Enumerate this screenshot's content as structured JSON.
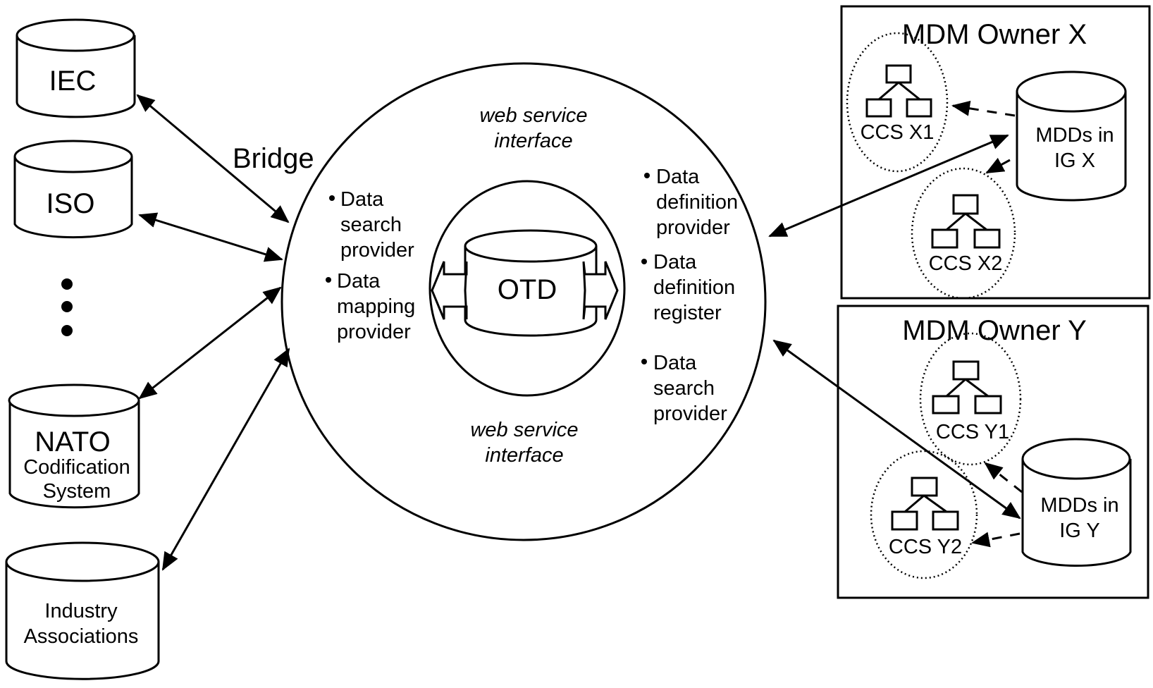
{
  "sources": [
    {
      "label_lines": [
        "IEC"
      ]
    },
    {
      "label_lines": [
        "ISO"
      ]
    },
    {
      "label_lines": [
        "NATO",
        "Codification",
        "System"
      ]
    },
    {
      "label_lines": [
        "Industry",
        "Associations"
      ]
    }
  ],
  "ellipsis_dots": 3,
  "bridge_label": "Bridge",
  "center": {
    "web_service_top": [
      "web service",
      "interface"
    ],
    "web_service_bottom": [
      "web service",
      "interface"
    ],
    "left_bullets": [
      [
        "Data",
        "search",
        "provider"
      ],
      [
        "Data",
        "mapping",
        "provider"
      ]
    ],
    "right_bullets": [
      [
        "Data",
        "definition",
        "provider"
      ],
      [
        "Data",
        "definition",
        "register"
      ],
      [
        "Data",
        "search",
        "provider"
      ]
    ],
    "core_label": "OTD"
  },
  "owners": [
    {
      "title": "MDM Owner X",
      "repository": [
        "MDDs in",
        "IG X"
      ],
      "ccs": [
        "CCS X1",
        "CCS X2"
      ]
    },
    {
      "title": "MDM Owner Y",
      "repository": [
        "MDDs in",
        "IG Y"
      ],
      "ccs": [
        "CCS Y1",
        "CCS Y2"
      ]
    }
  ]
}
